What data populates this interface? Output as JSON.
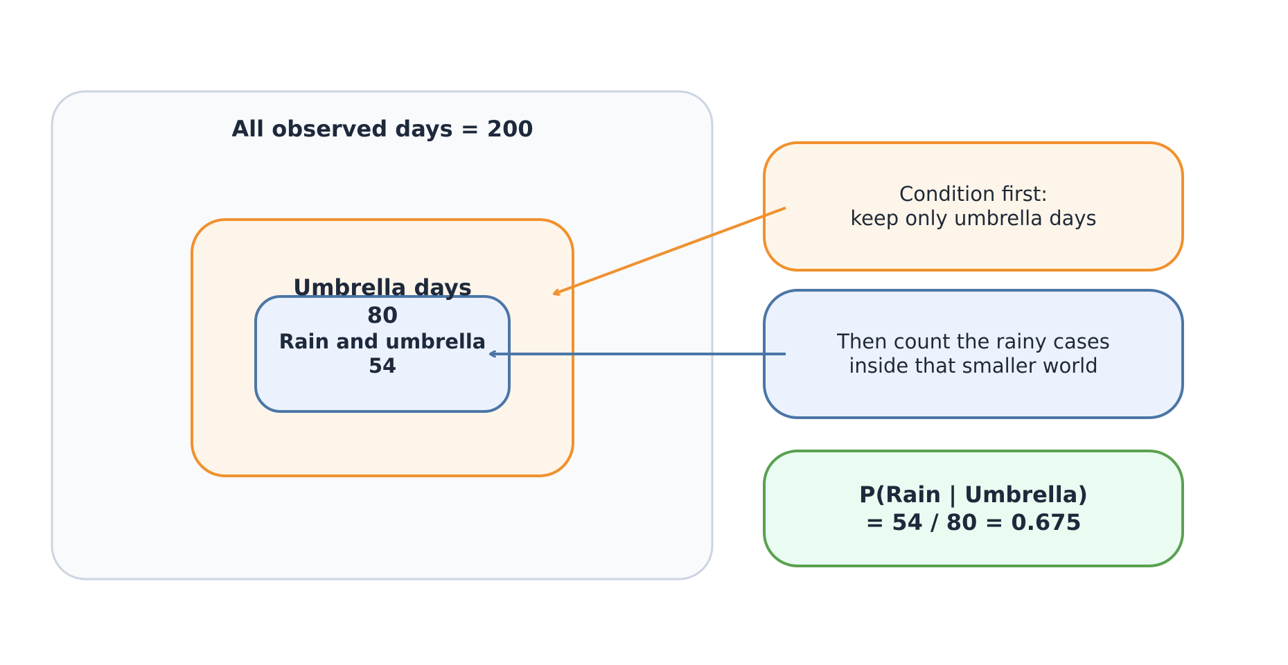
{
  "colors": {
    "outer_fill": "#f8fafc",
    "outer_stroke": "#cbd5e1",
    "orange_fill": "#fef5ea",
    "orange_stroke": "#f0912e",
    "blue_fill": "#ebf2fe",
    "blue_stroke": "#4b76a6",
    "green_fill": "#eafcf2",
    "green_stroke": "#5aa150",
    "text": "#1f2937"
  },
  "all_days": {
    "title": "All observed days = 200"
  },
  "umbrella_days": {
    "label": "Umbrella days",
    "count": "80"
  },
  "rain_and_umbrella": {
    "label": "Rain and umbrella",
    "count": "54"
  },
  "condition_note": {
    "line1": "Condition first:",
    "line2": "keep only umbrella days"
  },
  "count_note": {
    "line1": "Then count the rainy cases",
    "line2": "inside that smaller world"
  },
  "result": {
    "line1": "P(Rain | Umbrella)",
    "line2": "= 54 / 80 = 0.675"
  }
}
